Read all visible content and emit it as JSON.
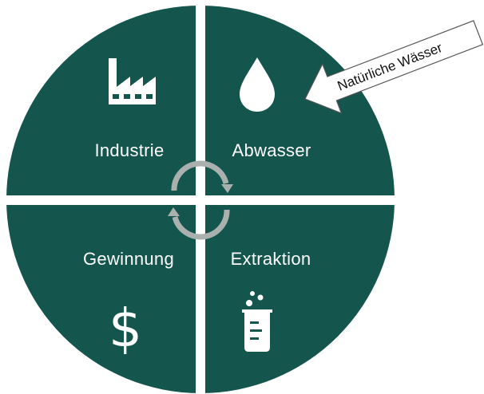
{
  "quadrants": [
    {
      "id": "top-left",
      "label": "Industrie",
      "icon": "factory-icon"
    },
    {
      "id": "top-right",
      "label": "Abwasser",
      "icon": "water-drop-icon"
    },
    {
      "id": "bottom-left",
      "label": "Gewinnung",
      "icon": "dollar-icon",
      "icon_glyph": "$"
    },
    {
      "id": "bottom-right",
      "label": "Extraktion",
      "icon": "beaker-icon"
    }
  ],
  "callout": {
    "label": "Natürliche Wässer",
    "icon": "arrow-icon"
  },
  "center": {
    "icon": "cycle-arrows-icon"
  },
  "colors": {
    "quadrant_fill": "#14554d",
    "divider": "#ffffff",
    "cycle_arrows": "#a9b0ad",
    "callout_fill": "#ffffff",
    "callout_stroke": "#555555"
  }
}
